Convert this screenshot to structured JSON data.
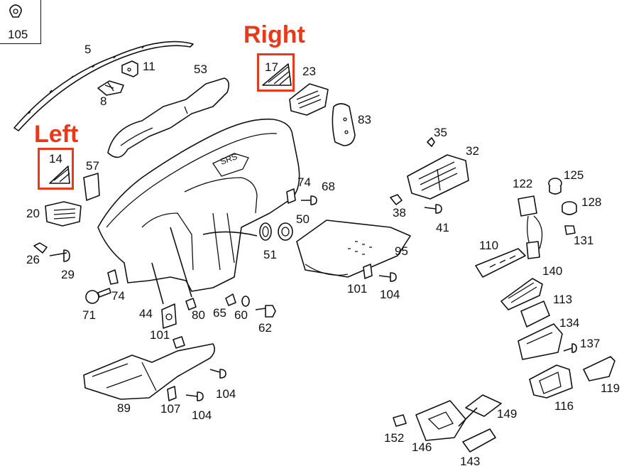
{
  "diagram": {
    "legend_part": "105",
    "callouts": {
      "left": "Left",
      "right": "Right"
    },
    "highlight_color": "#e8391b",
    "line_color": "#111111",
    "labels": {
      "p5": "5",
      "p11": "11",
      "p8": "8",
      "p53": "53",
      "p17": "17",
      "p23": "23",
      "p83": "83",
      "p14": "14",
      "p57": "57",
      "p20": "20",
      "p26": "26",
      "p29": "29",
      "p74a": "74",
      "p71": "71",
      "p44": "44",
      "p80": "80",
      "p65": "65",
      "p60": "60",
      "p62": "62",
      "p101a": "101",
      "p74b": "74",
      "p68": "68",
      "p50": "50",
      "p51": "51",
      "p35": "35",
      "p32": "32",
      "p38": "38",
      "p41": "41",
      "p95": "95",
      "p101b": "101",
      "p104a": "104",
      "p122": "122",
      "p125": "125",
      "p128": "128",
      "p131": "131",
      "p110": "110",
      "p140": "140",
      "p113": "113",
      "p134": "134",
      "p137": "137",
      "p119": "119",
      "p116": "116",
      "p89": "89",
      "p107": "107",
      "p104b": "104",
      "p104c": "104",
      "p149": "149",
      "p152": "152",
      "p146": "146",
      "p143": "143"
    }
  }
}
